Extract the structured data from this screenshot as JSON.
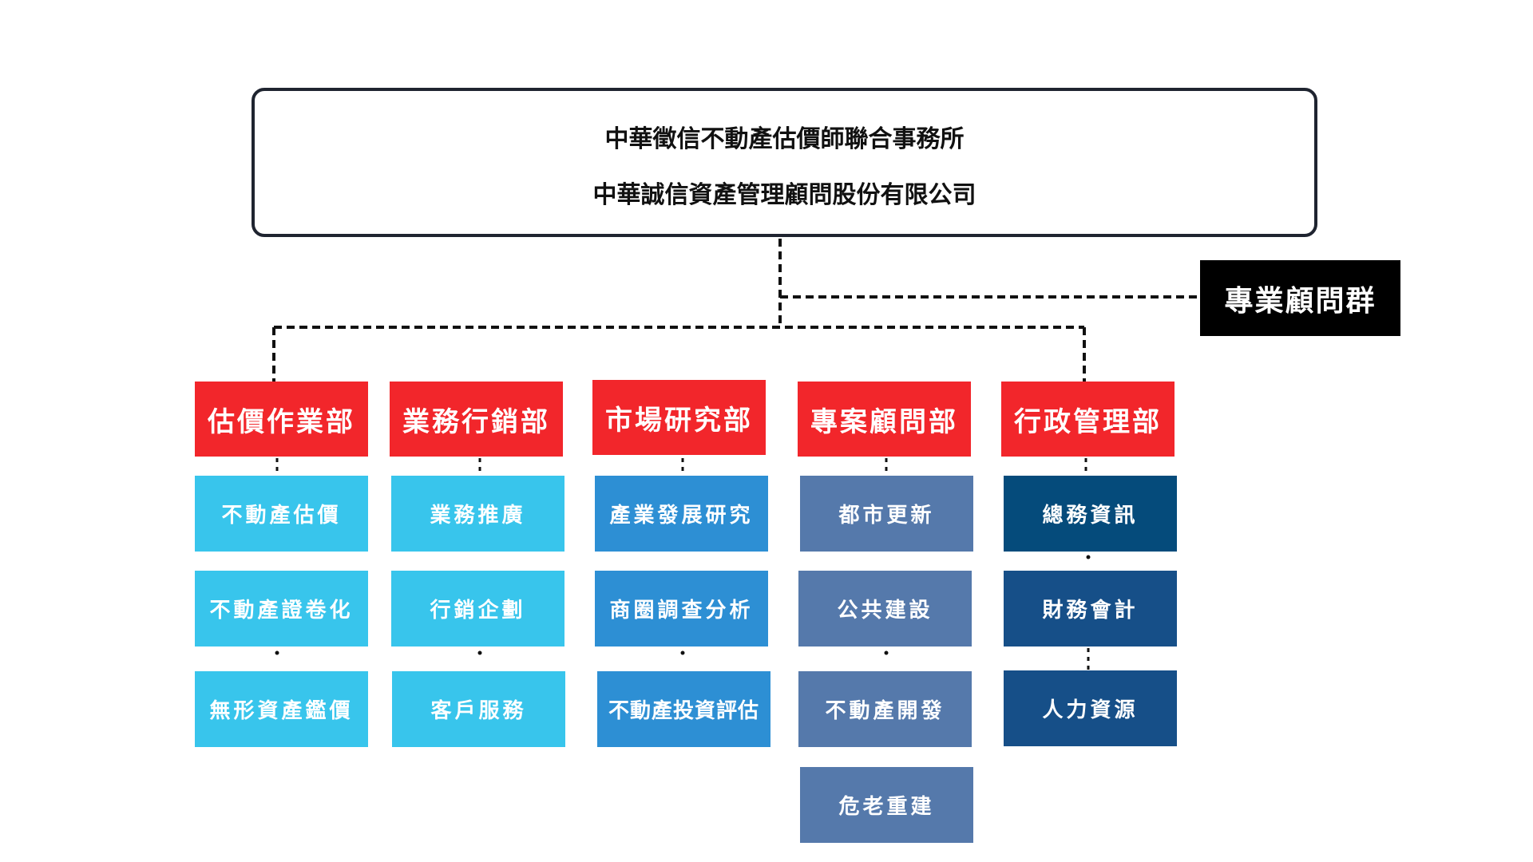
{
  "headquarters": {
    "line1": "中華徵信不動產估價師聯合事務所",
    "line2": "中華誠信資產管理顧問股份有限公司"
  },
  "advisors": {
    "label": "專業顧問群"
  },
  "colors": {
    "dept_red": "#f2262b",
    "col1": "#38c5ec",
    "col2": "#38c5ec",
    "col3": "#2d8fd4",
    "col4": "#5579ab",
    "col5_row1": "#054b7b",
    "col5": "#164f88",
    "advisors_bg": "#000000"
  },
  "departments": [
    {
      "name": "估價作業部",
      "units": [
        "不動產估價",
        "不動產證卷化",
        "無形資產鑑價"
      ]
    },
    {
      "name": "業務行銷部",
      "units": [
        "業務推廣",
        "行銷企劃",
        "客戶服務"
      ]
    },
    {
      "name": "市場研究部",
      "units": [
        "產業發展研究",
        "商圈調查分析",
        "不動產投資評估"
      ]
    },
    {
      "name": "專案顧問部",
      "units": [
        "都市更新",
        "公共建設",
        "不動產開發",
        "危老重建"
      ]
    },
    {
      "name": "行政管理部",
      "units": [
        "總務資訊",
        "財務會計",
        "人力資源"
      ]
    }
  ]
}
